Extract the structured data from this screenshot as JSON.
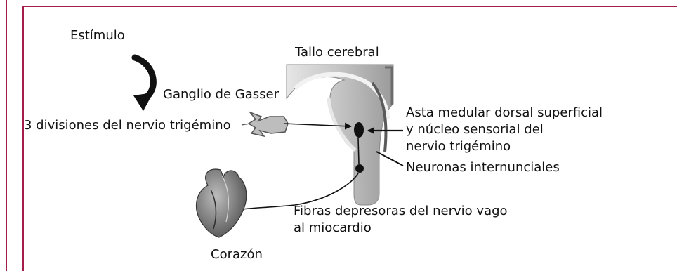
{
  "labels": {
    "stimulus": "Estímulo",
    "brainstem": "Tallo cerebral",
    "gasserian_ganglion": "Ganglio de Gasser",
    "trigeminal_divisions": "3 divisiones del nervio trigémino",
    "dorsal_horn_line1": "Asta medular dorsal superficial",
    "dorsal_horn_line2": "y núcleo sensorial del",
    "dorsal_horn_line3": "nervio trigémino",
    "interneurons": "Neuronas internunciales",
    "vagus_line1": "Fibras depresoras del nervio vago",
    "vagus_line2": "al miocardio",
    "heart": "Corazón"
  },
  "colors": {
    "frame": "#a61c4a",
    "brainstem_fill": "#c9c9c9",
    "brainstem_dark": "#5a5a5a",
    "ganglion_fill": "#bdbdbd",
    "heart_fill": "#8e8e8e",
    "arrow": "#111111"
  },
  "icons": {
    "stimulus_arrow": "curved-arrow-icon",
    "heart": "heart-icon",
    "brainstem": "brainstem-icon",
    "ganglion": "ganglion-icon"
  }
}
